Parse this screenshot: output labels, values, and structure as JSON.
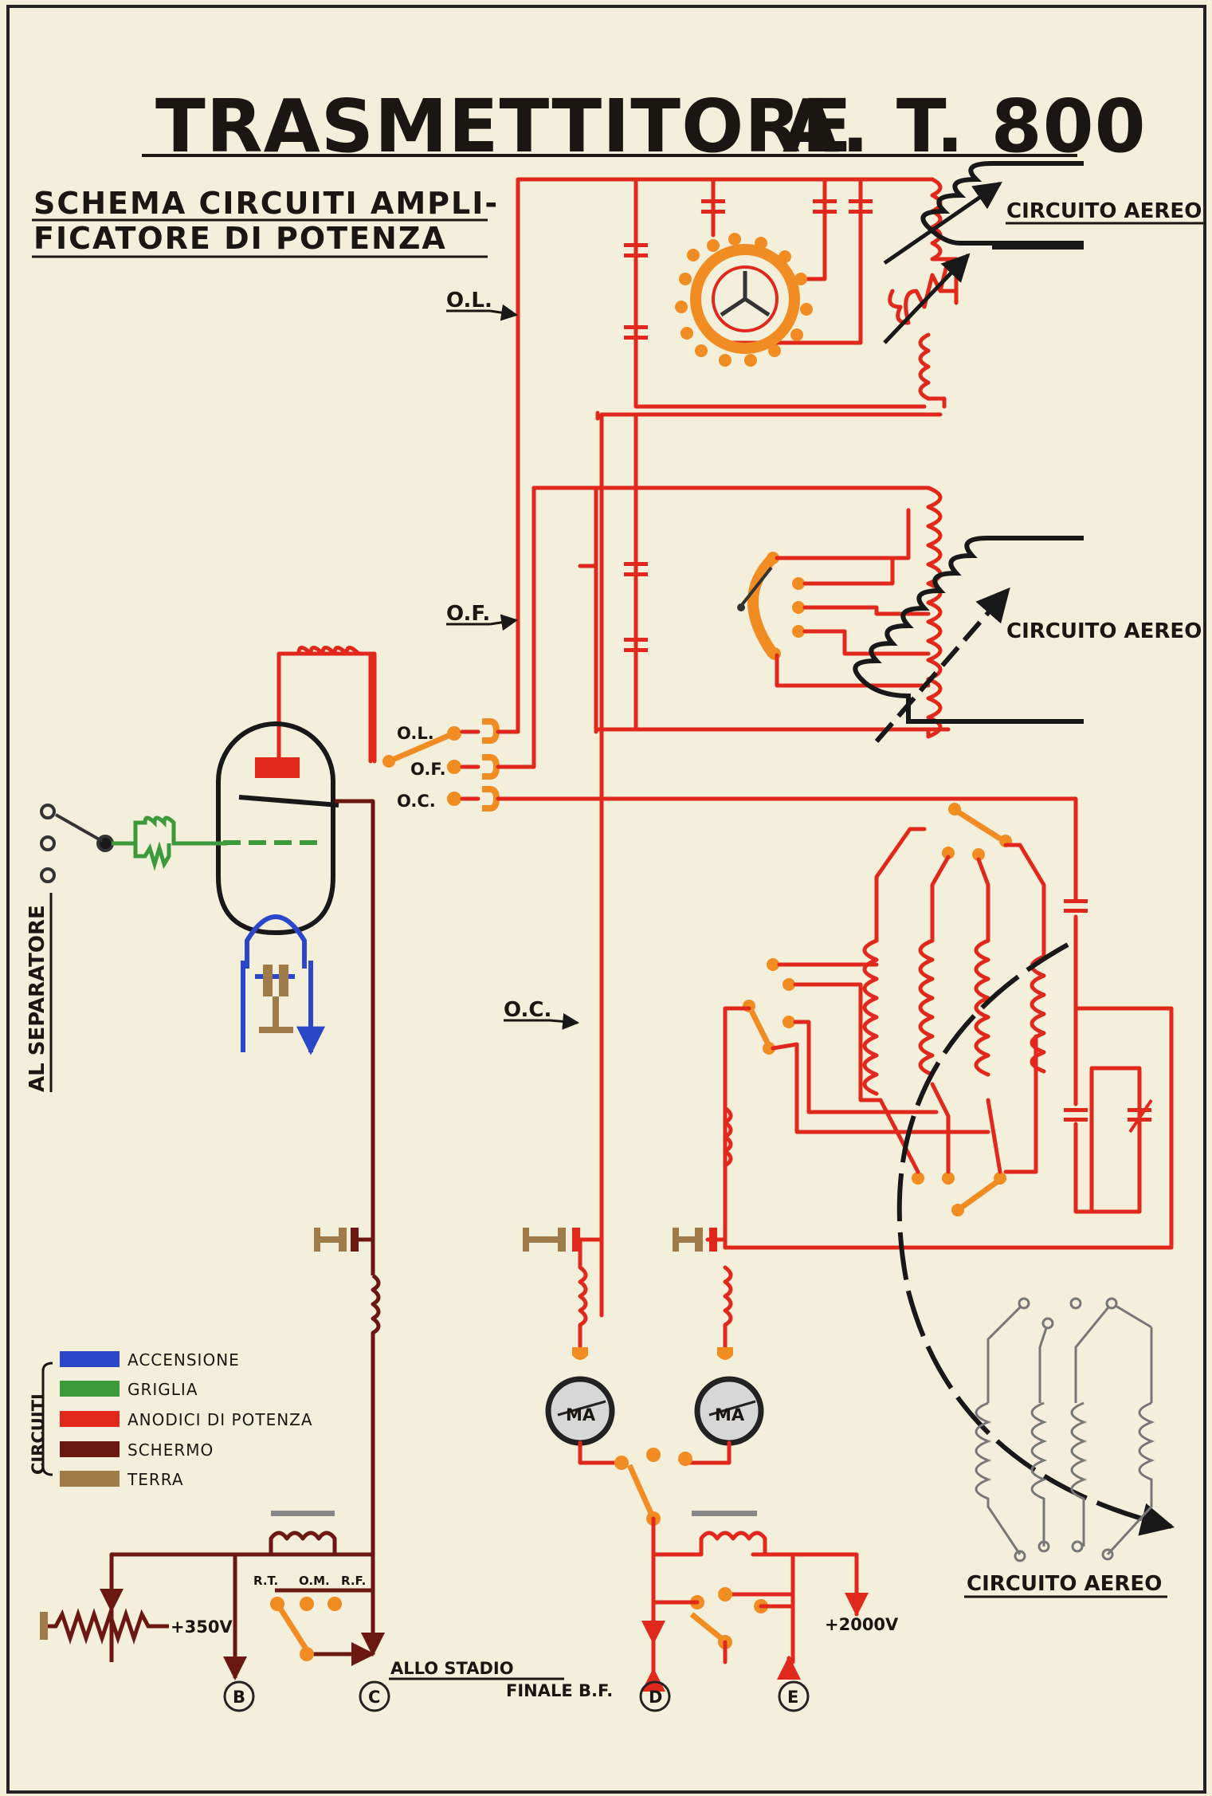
{
  "title": {
    "left": "TRASMETTITORE",
    "right": "A. T. 800"
  },
  "subtitle": {
    "line1": "SCHEMA CIRCUITI AMPLI-",
    "line2": "FICATORE DI POTENZA"
  },
  "bands": {
    "ol_arrow": "O.L.",
    "of_arrow": "O.F.",
    "oc_arrow": "O.C.",
    "ol_switch": "O.L.",
    "of_switch": "O.F.",
    "oc_switch": "O.C."
  },
  "antenna": {
    "top": "CIRCUITO AEREO",
    "middle": "CIRCUITO AEREO",
    "bottom": "CIRCUITO AEREO"
  },
  "side_label": "AL SEPARATORE",
  "legend": {
    "group_label": "CIRCUITI",
    "items": [
      {
        "label": "ACCENSIONE",
        "color": "#2a47c9"
      },
      {
        "label": "GRIGLIA",
        "color": "#3c9a3c"
      },
      {
        "label": "ANODICI DI POTENZA",
        "color": "#e0291c"
      },
      {
        "label": "SCHERMO",
        "color": "#6b1712"
      },
      {
        "label": "TERRA",
        "color": "#a07b4a"
      }
    ]
  },
  "supply": {
    "v350": "+350V",
    "v2000": "+2000V"
  },
  "mode_labels": {
    "rt": "R.T.",
    "om": "O.M.",
    "rf": "R.F."
  },
  "meters": {
    "left": "MA",
    "right": "MA"
  },
  "terminals": {
    "b": "B",
    "c": "C",
    "d": "D",
    "e": "E"
  },
  "stage": {
    "line1": "ALLO STADIO",
    "line2": "FINALE B.F."
  },
  "colors": {
    "paper": "#f4efda",
    "anode_red": "#e0291c",
    "screen_darkred": "#6b1712",
    "filament_blue": "#2a47c9",
    "grid_green": "#3c9a3c",
    "earth_brown": "#a07b4a",
    "contact_orange": "#f08c22"
  }
}
